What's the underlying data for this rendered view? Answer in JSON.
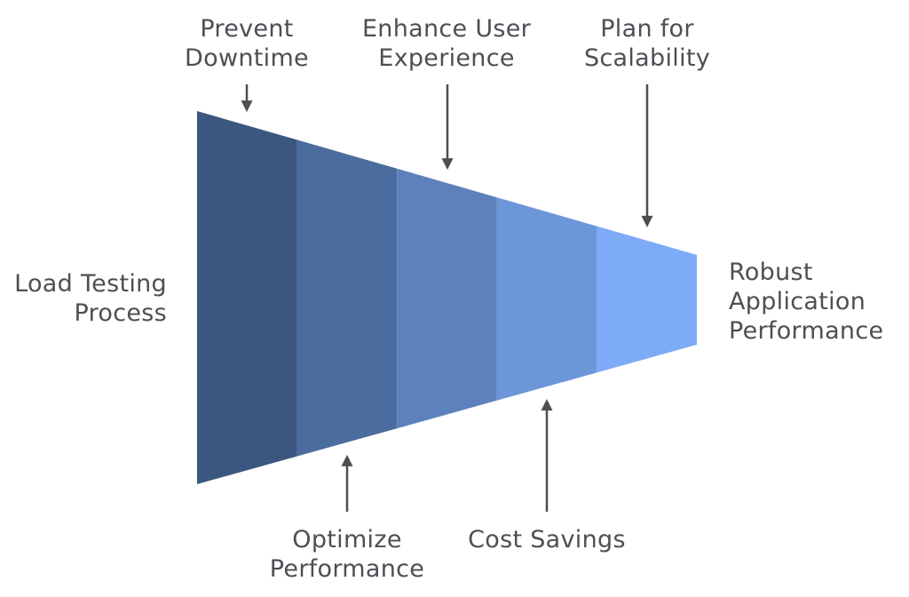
{
  "diagram": {
    "source_label": "Load Testing\nProcess",
    "result_label": "Robust\nApplication\nPerformance",
    "stages": [
      {
        "label": "Prevent\nDowntime",
        "side": "top",
        "color": "#3B5780"
      },
      {
        "label": "Optimize\nPerformance",
        "side": "bottom",
        "color": "#4B6C9E"
      },
      {
        "label": "Enhance User\nExperience",
        "side": "top",
        "color": "#5C81BC"
      },
      {
        "label": "Cost Savings",
        "side": "bottom",
        "color": "#6C96DA"
      },
      {
        "label": "Plan for\nScalability",
        "side": "top",
        "color": "#7DABF8"
      }
    ],
    "colors": {
      "text": "#4E4E55",
      "arrow": "#4F4F4F",
      "background": "#FFFFFF"
    }
  }
}
